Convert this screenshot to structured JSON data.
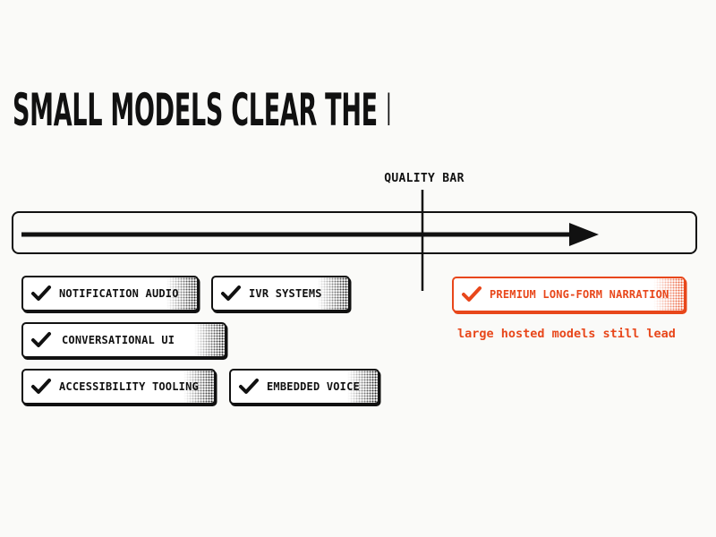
{
  "title": "SMALL MODELS CLEAR THE BAR — MOSTLY",
  "quality_bar": {
    "label": "QUALITY BAR"
  },
  "chips": {
    "notification_audio": "NOTIFICATION AUDIO",
    "ivr_systems": "IVR SYSTEMS",
    "conversational_ui": "CONVERSATIONAL UI",
    "accessibility_tooling": "ACCESSIBILITY TOOLING",
    "embedded_voice": "EMBEDDED VOICE",
    "premium_narration": "PREMIUM LONG-FORM NARRATION"
  },
  "note": "large hosted models still lead",
  "colors": {
    "ink": "#111111",
    "accent": "#e8471b",
    "background": "#fafaf8"
  },
  "icons": {
    "check": "check-icon",
    "arrow": "arrow-right-icon"
  }
}
